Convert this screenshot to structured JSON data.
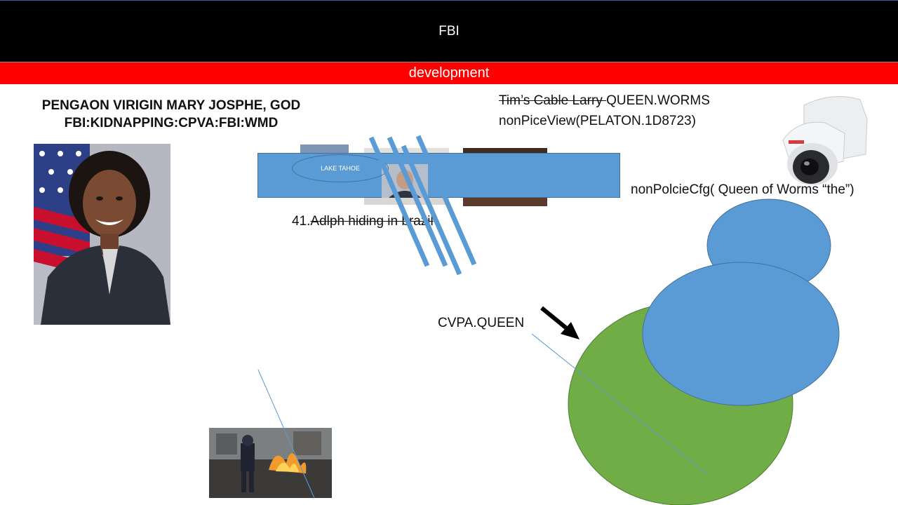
{
  "header": {
    "title": "FBI",
    "subtitle": "development"
  },
  "heading": {
    "line1": "PENGAON VIRIGIN  MARY JOSPHE, GOD",
    "line2": "FBI:KIDNAPPING:CPVA:FBI:WMD"
  },
  "notes": {
    "struck": "Tim’s Cable Larry ",
    "queen_worms": "QUEEN.WORMS",
    "pice_view": "nonPiceView(PELATON.1D8723)",
    "policy_cfg": "nonPolcieCfg( Queen of Worms “the”)",
    "item_number": "41.",
    "item_struck": "Adlph hiding in brazil",
    "cvpa_label": "CVPA.QUEEN"
  },
  "shapes": {
    "bar_label": "LAKE TAHOE"
  },
  "colors": {
    "title_bg": "#000000",
    "dev_bg": "#ff0000",
    "shape_blue": "#5b9bd5",
    "shape_green": "#70ad47"
  }
}
